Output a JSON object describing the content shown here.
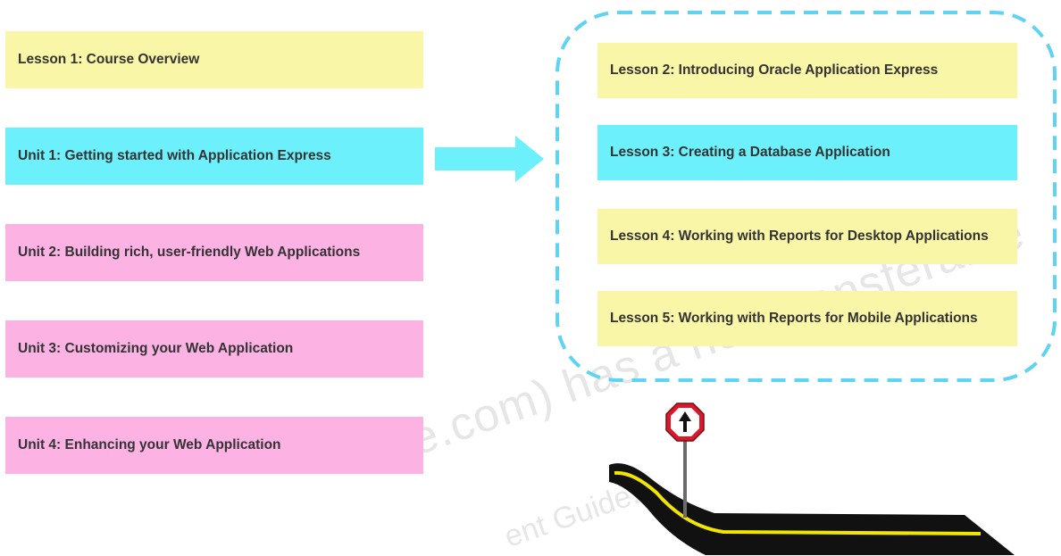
{
  "left_column": [
    {
      "label": "Lesson 1: Course Overview",
      "color": "#faf6a8"
    },
    {
      "label": "Unit 1: Getting started with Application Express",
      "color": "#6cf0fc"
    },
    {
      "label": "Unit  2: Building rich, user-friendly Web Applications",
      "color": "#fdb2e4"
    },
    {
      "label": "Unit  3: Customizing your Web Application",
      "color": "#fdb2e4"
    },
    {
      "label": "Unit  4: Enhancing your Web Application",
      "color": "#fdb2e4"
    }
  ],
  "right_group": [
    {
      "label": "Lesson 2: Introducing Oracle Application Express",
      "color": "#faf6a8"
    },
    {
      "label": "Lesson 3: Creating a Database Application",
      "color": "#6cf0fc"
    },
    {
      "label": "Lesson 4: Working with Reports for Desktop Applications",
      "color": "#faf6a8"
    },
    {
      "label": "Lesson 5: Working with Reports for Mobile Applications",
      "color": "#faf6a8"
    }
  ],
  "watermark": {
    "line1": "le.com) has a non-transferable",
    "line2": "ent Guide."
  },
  "colors": {
    "dashed_border": "#5fd3f3",
    "arrow": "#6cf0fc",
    "road": "#111111",
    "road_line": "#f2e600",
    "sign": "#d8192b"
  },
  "icons": [
    "arrow-right-icon",
    "road-icon",
    "road-sign-icon"
  ]
}
